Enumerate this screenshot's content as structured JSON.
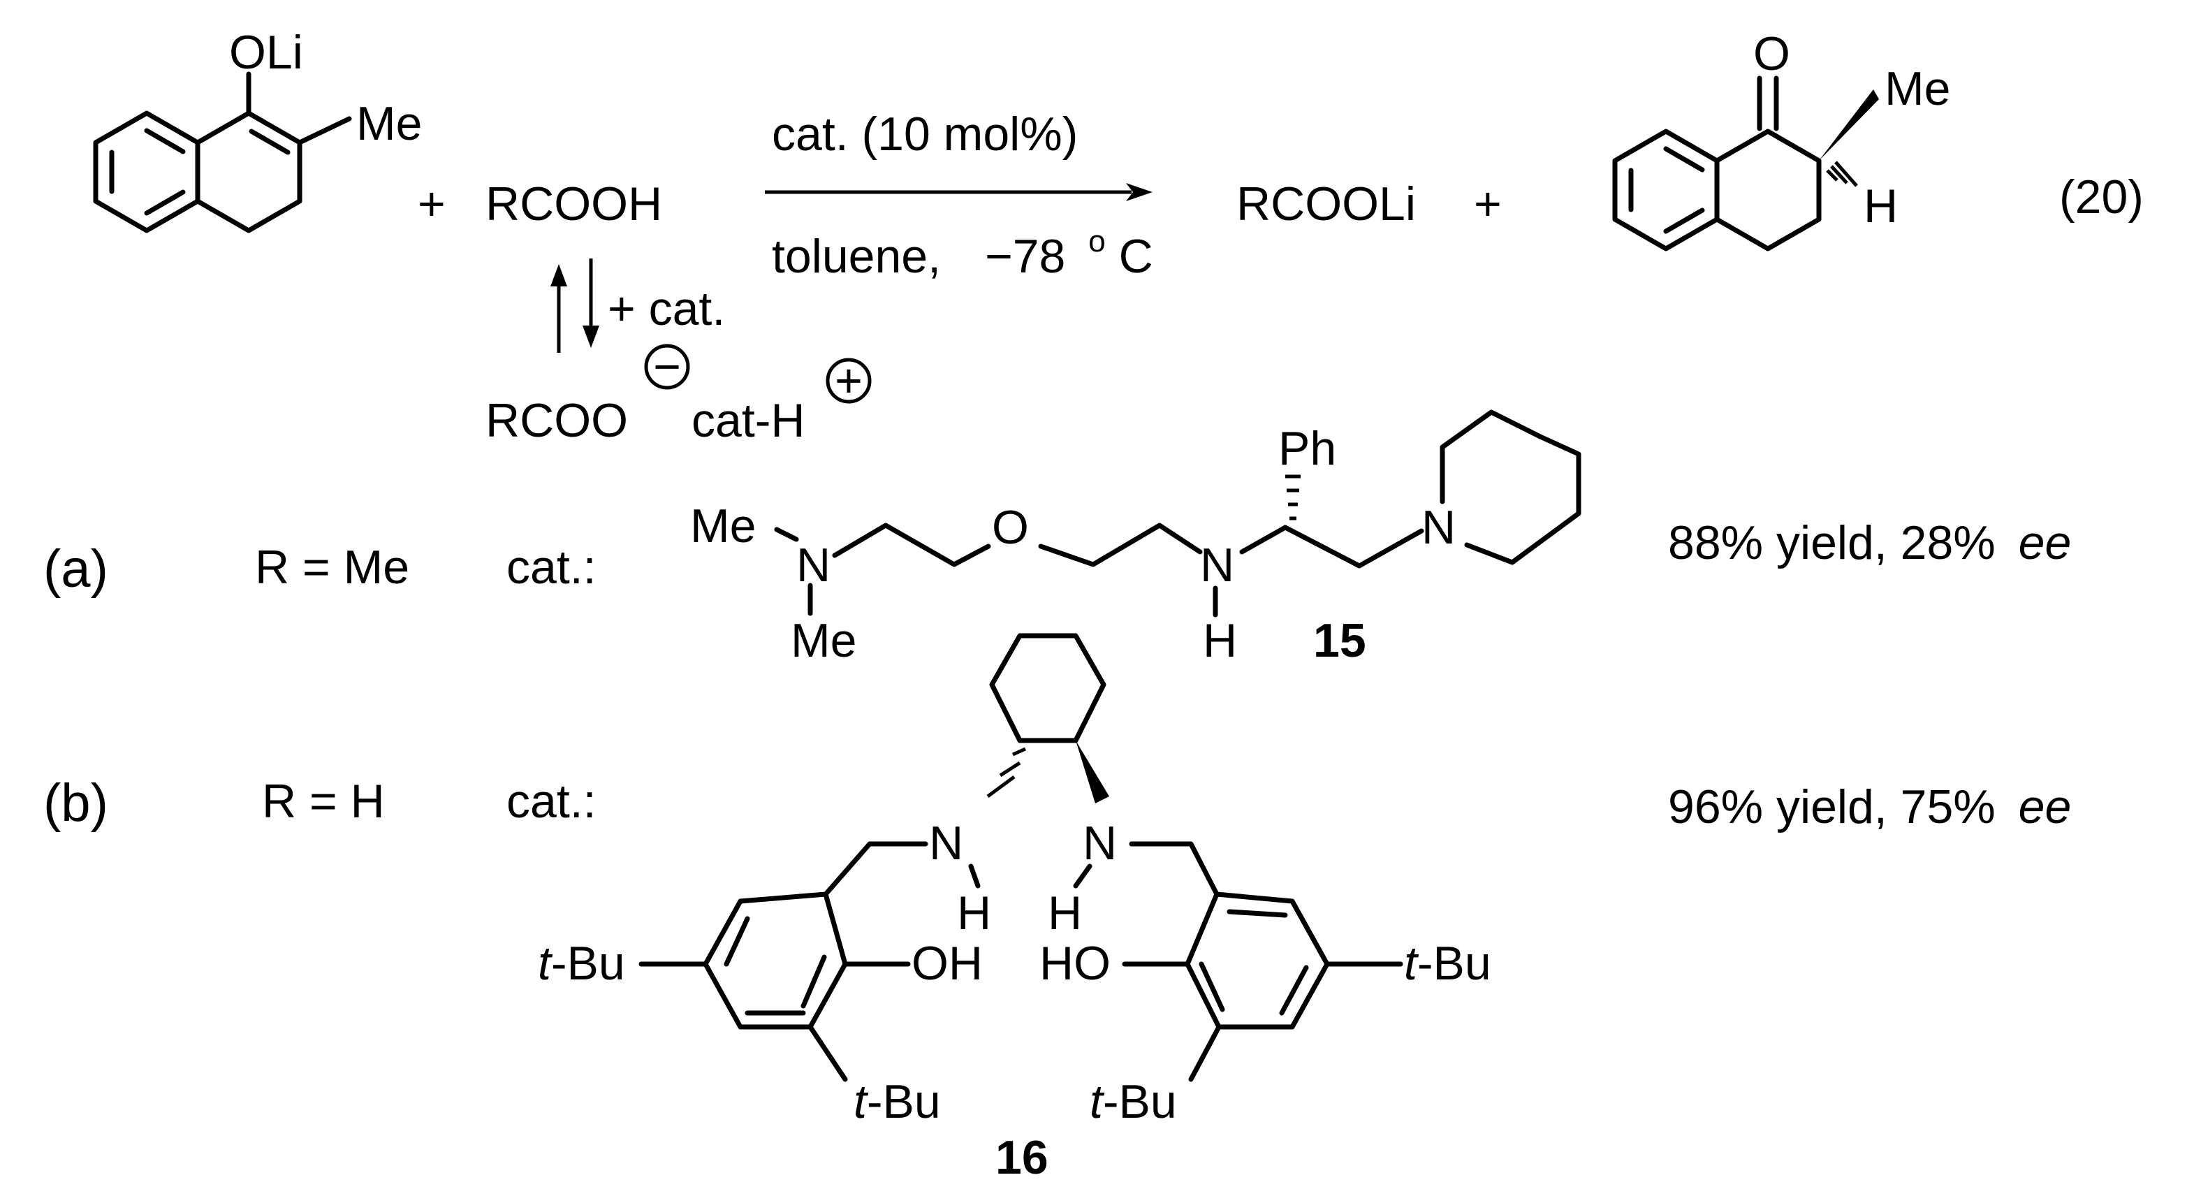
{
  "reaction": {
    "substrate_groups": {
      "oli": "OLi",
      "me": "Me"
    },
    "plus": "+",
    "acid": "RCOOH",
    "conditions_top": "cat. (10 mol%)",
    "conditions_bottom_prefix": "toluene,",
    "conditions_bottom_temp": "−78",
    "conditions_bottom_deg": "o",
    "conditions_bottom_unit": "C",
    "equilibrium_label": "+ cat.",
    "ion_pair_left": "RCOO",
    "minus_sign": "−",
    "ion_pair_right": "cat-H",
    "plus_sign": "+",
    "salt": "RCOOLi",
    "product_groups": {
      "o": "O",
      "me": "Me",
      "h": "H"
    },
    "equation_number": "(20)"
  },
  "entries": [
    {
      "label": "(a)",
      "r": "R = Me",
      "cat": "cat.:",
      "result_prefix": "88% yield, 28%",
      "result_ee": "ee",
      "catalyst_number": "15",
      "atoms": {
        "me1": "Me",
        "n1": "N",
        "me2": "Me",
        "o": "O",
        "n2": "N",
        "h": "H",
        "ph": "Ph",
        "n3": "N"
      }
    },
    {
      "label": "(b)",
      "r": "R = H",
      "cat": "cat.:",
      "result_prefix": "96% yield, 75%",
      "result_ee": "ee",
      "catalyst_number": "16",
      "atoms": {
        "n_left": "N",
        "h_left": "H",
        "n_right": "N",
        "h_right": "H",
        "oh_left": "OH",
        "ho_right": "HO",
        "tbu_t": "t",
        "tbu_rest": "-Bu"
      }
    }
  ]
}
